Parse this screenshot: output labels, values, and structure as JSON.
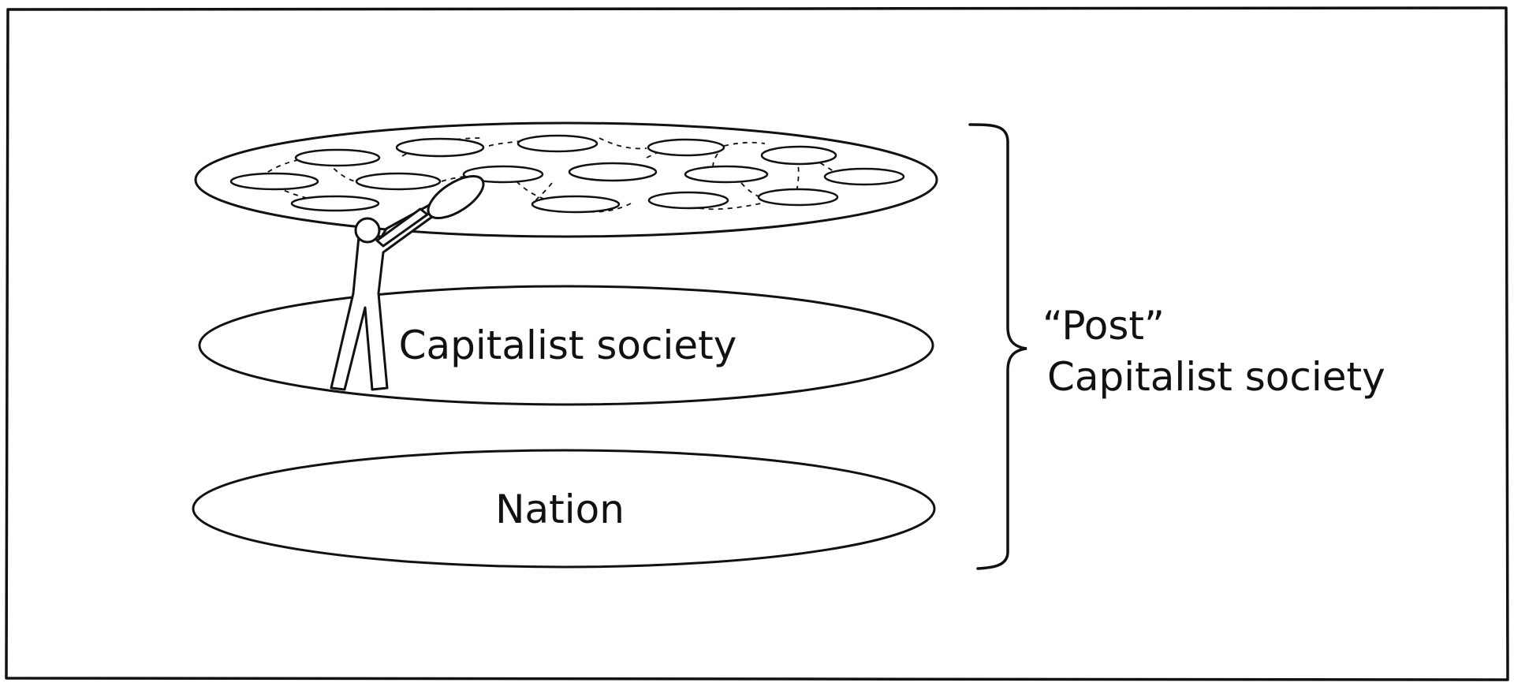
{
  "diagram": {
    "layers": [
      {
        "id": "network",
        "label": ""
      },
      {
        "id": "capitalist",
        "label": "Capitalist society"
      },
      {
        "id": "nation",
        "label": "Nation"
      }
    ],
    "bracket_label": {
      "line1": "“Post”",
      "line2": "Capitalist society"
    },
    "ink_color": "#111111",
    "background_color": "#ffffff"
  }
}
